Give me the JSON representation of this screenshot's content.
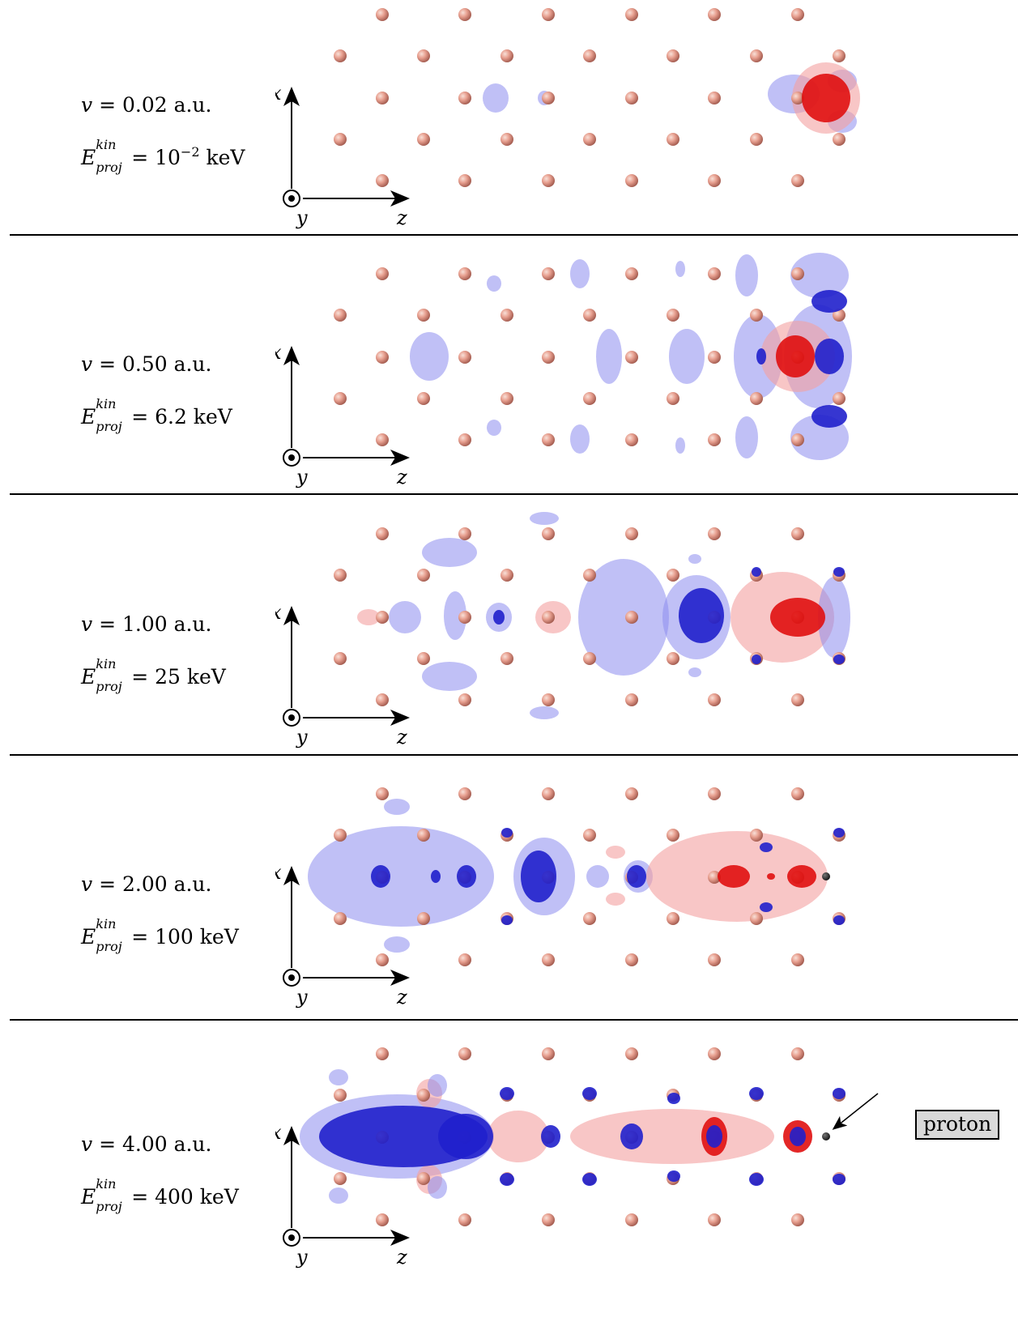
{
  "panels": [
    {
      "velocity_text": "= 0.02 a.u.",
      "energy_text": "= 10",
      "energy_exp": "−2",
      "energy_unit": " keV"
    },
    {
      "velocity_text": "= 0.50 a.u.",
      "energy_text": "= 6.2 keV",
      "energy_exp": "",
      "energy_unit": ""
    },
    {
      "velocity_text": "= 1.00 a.u.",
      "energy_text": "= 25 keV",
      "energy_exp": "",
      "energy_unit": ""
    },
    {
      "velocity_text": "= 2.00 a.u.",
      "energy_text": "= 100 keV",
      "energy_exp": "",
      "energy_unit": ""
    },
    {
      "velocity_text": "= 4.00 a.u.",
      "energy_text": "= 400 keV",
      "energy_exp": "",
      "energy_unit": ""
    }
  ],
  "symbols": {
    "velocity": "v",
    "energy": "E",
    "energy_sup": "kin",
    "energy_sub": "proj",
    "axis_x": "x",
    "axis_y": "y",
    "axis_z": "z"
  },
  "callout": {
    "label": "proton"
  },
  "colors": {
    "atom": "#e8a090",
    "atom_highlight": "#f8e0d8",
    "blob_blue": "#2020cc",
    "blob_blue_light": "#8c8cee",
    "blob_red": "#e01010",
    "blob_red_light": "#f4a0a0",
    "proton": "#111111"
  }
}
